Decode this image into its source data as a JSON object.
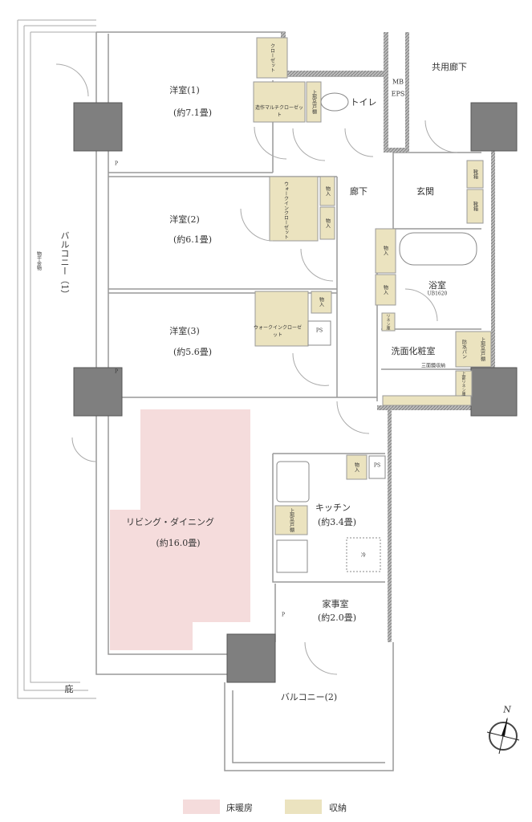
{
  "colors": {
    "floor_heating": "#f5dcdc",
    "storage": "#ebe3bf",
    "wall": "#8c8c8c",
    "pillar": "#7f7f7f",
    "line": "#9a9a9a"
  },
  "rooms": {
    "bedroom1": {
      "name": "洋室(1)",
      "area": "(約7.1畳)"
    },
    "bedroom2": {
      "name": "洋室(2)",
      "area": "(約6.1畳)"
    },
    "bedroom3": {
      "name": "洋室(3)",
      "area": "(約5.6畳)"
    },
    "living": {
      "name": "リビング・ダイニング",
      "area": "(約16.0畳)"
    },
    "kitchen": {
      "name": "キッチン",
      "area": "(約3.4畳)"
    },
    "utility": {
      "name": "家事室",
      "area": "(約2.0畳)"
    },
    "hall": "廊下",
    "entrance": "玄関",
    "common_corridor": "共用廊下",
    "toilet": "トイレ",
    "mb": "MB",
    "eps": "EPS",
    "bath": "浴室",
    "bath_unit": "UB1620",
    "washroom": "洗面化粧室",
    "mirror": "三面鏡収納",
    "balcony1": "バルコニー（1）",
    "drying": "物干金物",
    "balcony2": "バルコニー(2)",
    "eaves": "庇"
  },
  "storage": {
    "closet": "クローゼット",
    "multi_closet": "造作マルチクローゼット",
    "upper_cabinet": "上部吊戸棚",
    "walk_in": "ウォークインクローゼット",
    "storage": "物入",
    "linen": "リネン庫",
    "linen_upper": "上部リネン庫",
    "waterproof_pan": "防水パン",
    "shoe": "靴箱"
  },
  "marks": {
    "p": "P",
    "ps": "PS",
    "fridge": "冷"
  },
  "compass": "N",
  "legend": [
    {
      "label": "床暖房",
      "color": "#f5dcdc"
    },
    {
      "label": "収納",
      "color": "#ebe3bf"
    }
  ]
}
